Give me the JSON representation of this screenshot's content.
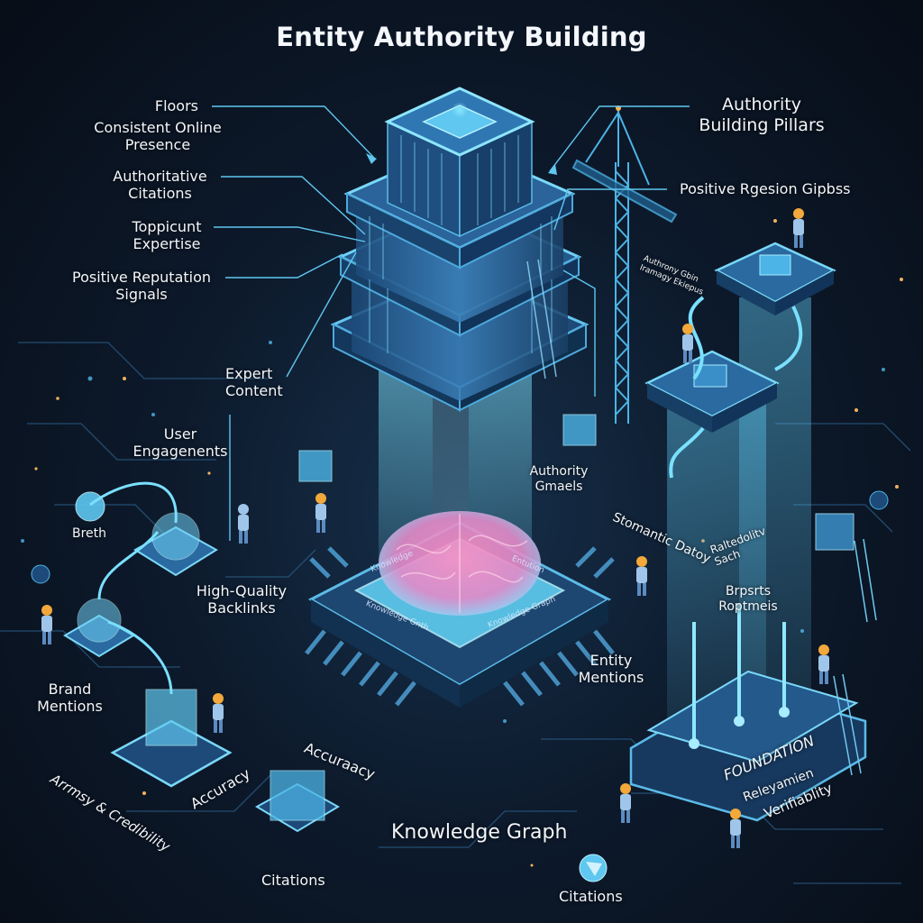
{
  "title": "Entity Authority Building",
  "colors": {
    "background": "#0b1422",
    "accent_cyan": "#5fd3ff",
    "structure_blue": "#2f6a9e",
    "brain_pink": "#f29ac6",
    "worker_orange": "#f2a83b",
    "text": "#f3f7fb"
  },
  "left_labels": {
    "floors": "Floors",
    "consistent_online_presence": [
      "Consistent Online",
      "Presence"
    ],
    "authoritative_citations": [
      "Authoritative",
      "Citations"
    ],
    "topical_expertise": [
      "Toppicunt",
      "Expertise"
    ],
    "positive_reputation_signals": [
      "Positive Reputation",
      "Signals"
    ],
    "expert_content": [
      "Expert",
      "Content"
    ],
    "user_engagements": [
      "User",
      "Engagenents"
    ],
    "breath": "Breth",
    "high_quality_backlinks": [
      "High-Quality",
      "Backlinks"
    ],
    "brand_mentions": [
      "Brand",
      "Mentions"
    ]
  },
  "right_labels": {
    "authority_building_pillars": [
      "Authority",
      "Building Pillars"
    ],
    "positive_region_signals": "Positive Rgesion Gipbss",
    "authority_small": [
      "Authrony Gbin",
      "Iramagy Ekiepus"
    ],
    "authority_signals": [
      "Authority",
      "Gmaels"
    ],
    "semantic_data": "Stomantic Datoy",
    "relevance_search": [
      "Raltedolitv",
      "Sach"
    ],
    "reports": [
      "Brpsrts",
      "Roptmeis"
    ],
    "entity_mentions": [
      "Entity",
      "Mentions"
    ]
  },
  "bottom_labels": {
    "accuracy_credibility": "Arrmsy & Credibility",
    "accuracy_1": "Accuracy",
    "accuracy_2": "Accuraacy",
    "knowledge_graph": "Knowledge Graph",
    "citations_left": "Citations",
    "citations_right": "Citations",
    "foundation": "FOUNDATION",
    "relevance": "Releyamien",
    "verifiability": "Verifiablity"
  },
  "chip_labels": {
    "top_left": "Knowledge",
    "top_right": "Entution",
    "bottom_left": "Knowledge Gnth",
    "bottom_right": "Knowledge Graph"
  }
}
